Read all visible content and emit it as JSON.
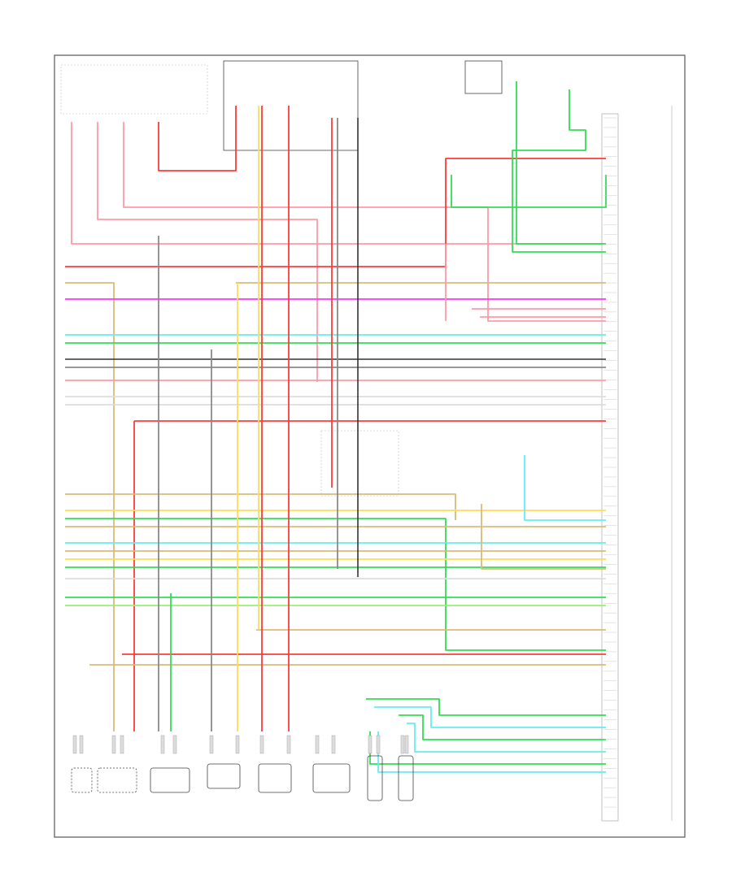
{
  "colors": {
    "frame": "#555555",
    "red": "#ff3b3b",
    "pink": "#ff9aa6",
    "magenta": "#ff33ff",
    "green": "#33dd55",
    "light_green": "#99ee77",
    "cyan": "#66eeee",
    "tan": "#d9bb7a",
    "yellow": "#ffdd55",
    "gray": "#8a8a8a",
    "black": "#333333",
    "white_wire": "#dddddd"
  },
  "pcm_pins": 72,
  "bottom_component_count": 8,
  "wire_count": 38
}
